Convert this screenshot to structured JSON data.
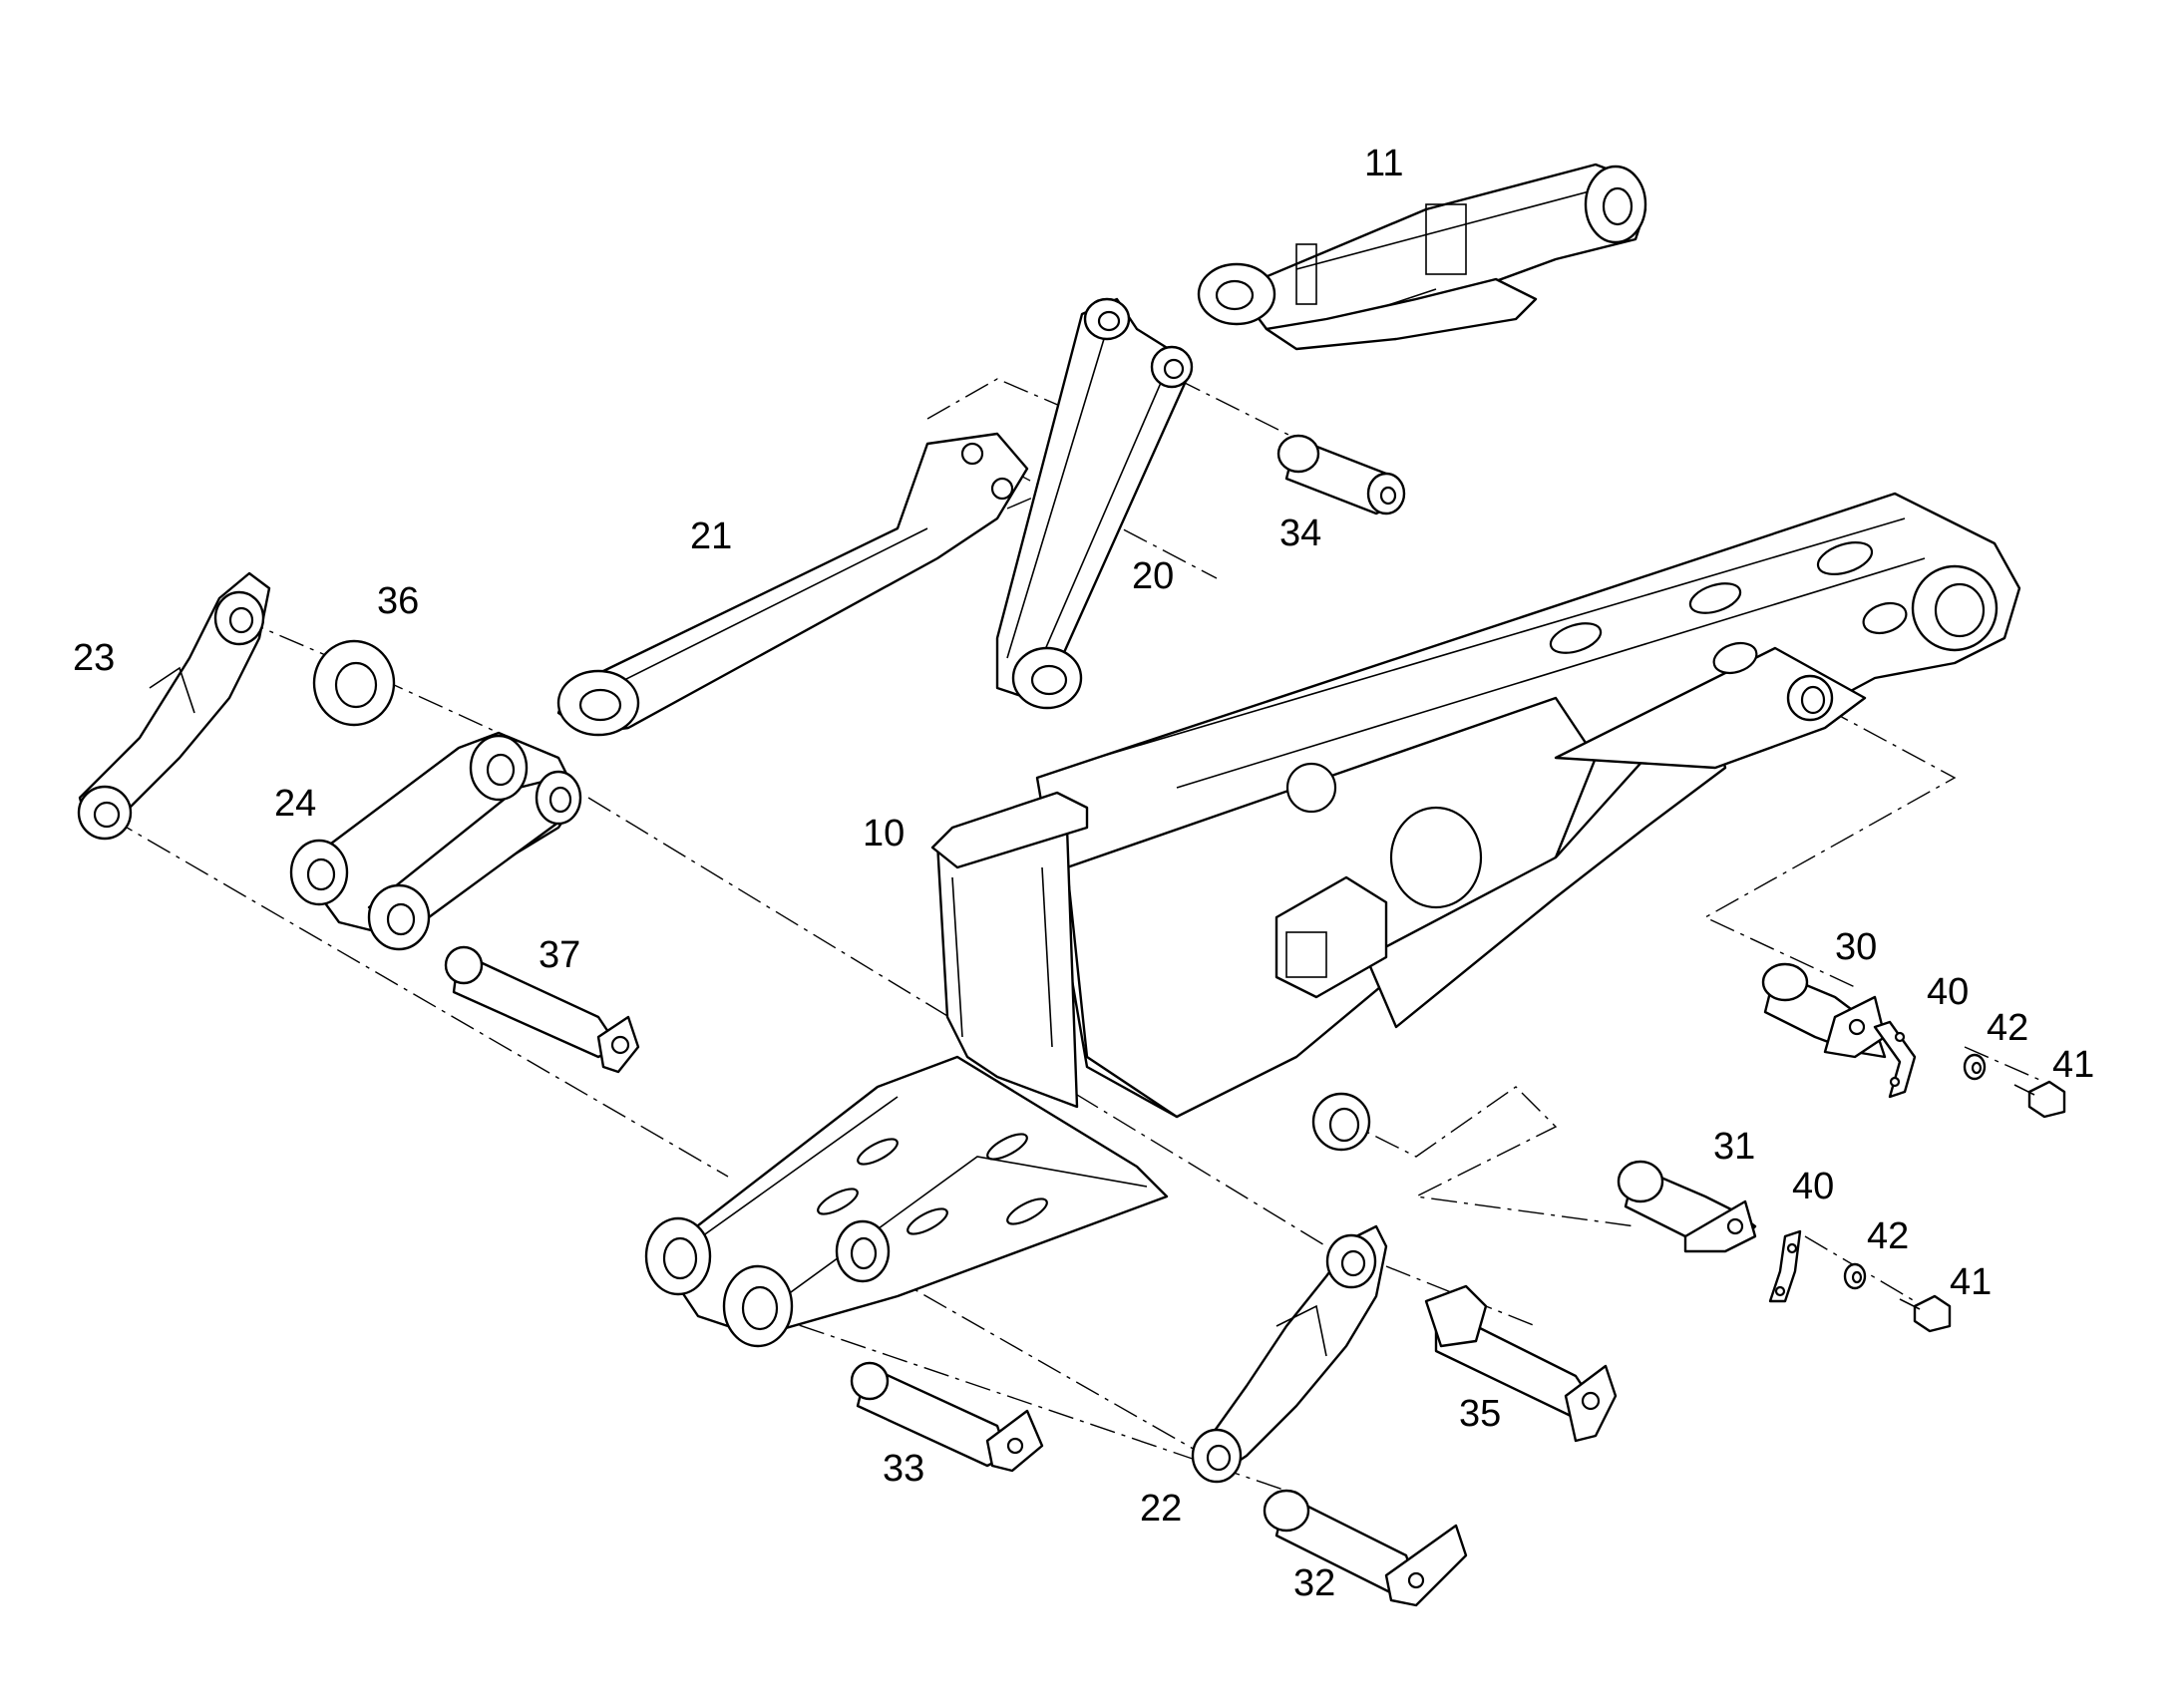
{
  "colors": {
    "line": "#000000",
    "background": "#ffffff"
  },
  "callouts": {
    "c10": "10",
    "c11": "11",
    "c20": "20",
    "c21": "21",
    "c22": "22",
    "c23": "23",
    "c24": "24",
    "c30": "30",
    "c31": "31",
    "c32": "32",
    "c33": "33",
    "c34": "34",
    "c35": "35",
    "c36": "36",
    "c37": "37",
    "c40a": "40",
    "c40b": "40",
    "c41a": "41",
    "c41b": "41",
    "c42a": "42",
    "c42b": "42"
  }
}
